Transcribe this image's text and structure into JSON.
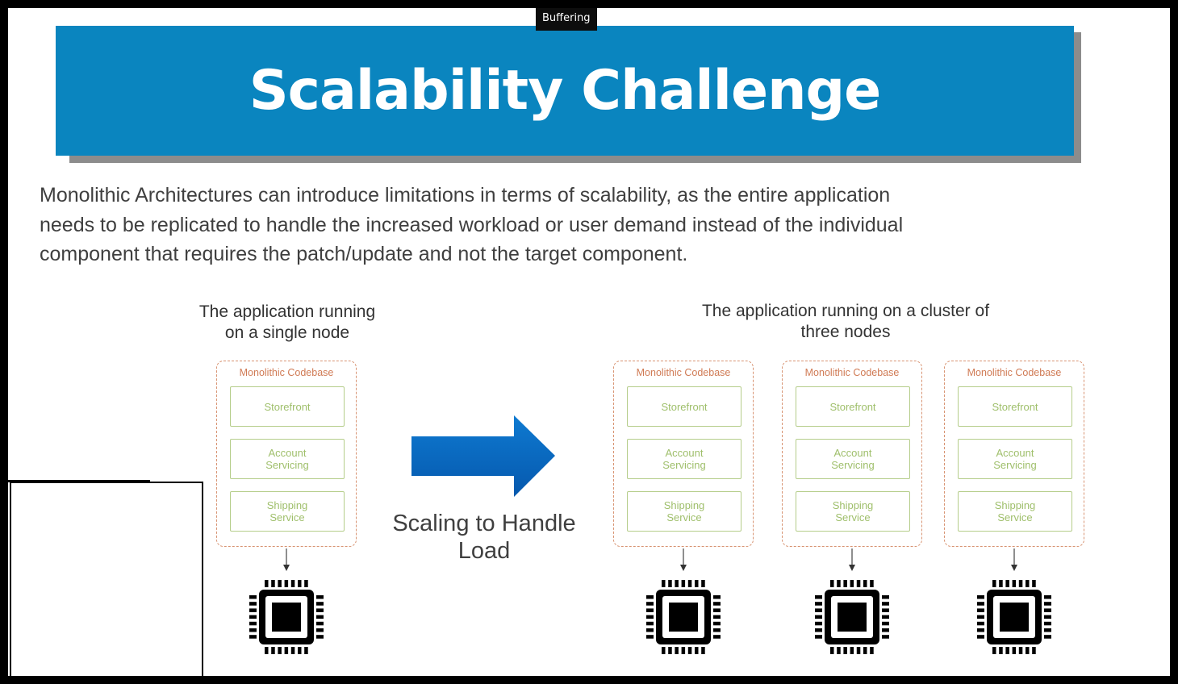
{
  "status": {
    "buffering": "Buffering"
  },
  "slide": {
    "title": "Scalability Challenge",
    "intro_lines": [
      "Monolithic Architectures can introduce limitations in terms of scalability, as the entire application",
      "needs to be replicated to handle the increased workload or user demand  instead of the individual",
      "component that requires the patch/update and not the target component."
    ],
    "single_caption": [
      "The application running",
      "on a single node"
    ],
    "cluster_caption": [
      "The application running on a cluster of",
      "three nodes"
    ],
    "scale_label": [
      "Scaling to Handle",
      "Load"
    ],
    "node": {
      "title": "Monolithic Codebase",
      "components": [
        [
          "Storefront"
        ],
        [
          "Account",
          "Servicing"
        ],
        [
          "Shipping",
          "Service"
        ]
      ]
    },
    "colors": {
      "banner": "#0a85bf",
      "arrow": "#0a6fc2",
      "node_border": "#d89473",
      "component_border": "#b5cd8a"
    },
    "icons": {
      "processor": "cpu-chip-icon",
      "connector": "arrow-down-icon",
      "scaling": "arrow-right-icon"
    }
  }
}
